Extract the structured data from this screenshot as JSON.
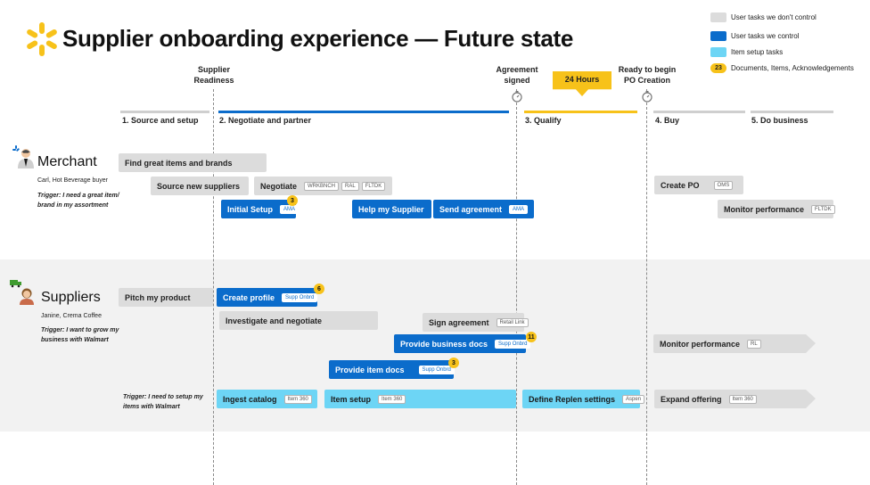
{
  "title": "Supplier onboarding experience — Future state",
  "legend": {
    "uncontrolled": "User tasks we don't control",
    "controlled": "User tasks we control",
    "item_setup": "Item setup tasks",
    "badge_value": "23",
    "badge_label": "Documents, Items, Acknowledgements"
  },
  "milestones": {
    "readiness": "Supplier\nReadiness",
    "agreement": "Agreement\nsigned",
    "po": "Ready to begin\nPO Creation",
    "hours": "24 Hours"
  },
  "phases": [
    "1. Source and setup",
    "2. Negotiate and partner",
    "3. Qualify",
    "4. Buy",
    "5. Do business"
  ],
  "merchant": {
    "name": "Merchant",
    "sub": "Carl, Hot Beverage buyer",
    "trigger": "Trigger: I need a great item/ brand in my assortment",
    "tasks": {
      "find": "Find great items and brands",
      "source": "Source new suppliers",
      "negotiate": "Negotiate",
      "negotiate_tags": [
        "WRKBNCH",
        "RAL",
        "FLTDK"
      ],
      "initial": "Initial Setup",
      "initial_tag": "AMA",
      "initial_badge": "3",
      "help": "Help my Supplier",
      "send": "Send agreement",
      "send_tag": "AMA",
      "po": "Create PO",
      "po_tag": "OMS",
      "monitor": "Monitor performance",
      "monitor_tag": "FLTDK"
    }
  },
  "suppliers": {
    "name": "Suppliers",
    "sub": "Janine, Crema Coffee",
    "trigger": "Trigger: I want to grow my business with Walmart",
    "trigger2": "Trigger: I need to setup my items with Walmart",
    "tasks": {
      "pitch": "Pitch my product",
      "profile": "Create profile",
      "profile_tag": "Supp Onbrd",
      "profile_badge": "6",
      "investigate": "Investigate and negotiate",
      "sign": "Sign agreement",
      "sign_tag": "Retail Link",
      "biz_docs": "Provide business docs",
      "biz_docs_tag": "Supp Onbrd",
      "biz_docs_badge": "11",
      "item_docs": "Provide item docs",
      "item_docs_tag": "Supp Onbrd",
      "item_docs_badge": "3",
      "monitor": "Monitor performance",
      "monitor_tag": "RL",
      "ingest": "Ingest catalog",
      "ingest_tag": "Item 360",
      "item_setup": "Item setup",
      "item_setup_tag": "Item 360",
      "replen": "Define Replen settings",
      "replen_tag": "Aspen",
      "expand": "Expand offering",
      "expand_tag": "Item 360"
    }
  },
  "colors": {
    "gray": "#dcdcdc",
    "blue": "#0b6ccb",
    "cyan": "#6dd5f5",
    "yellow": "#f7c21a"
  }
}
